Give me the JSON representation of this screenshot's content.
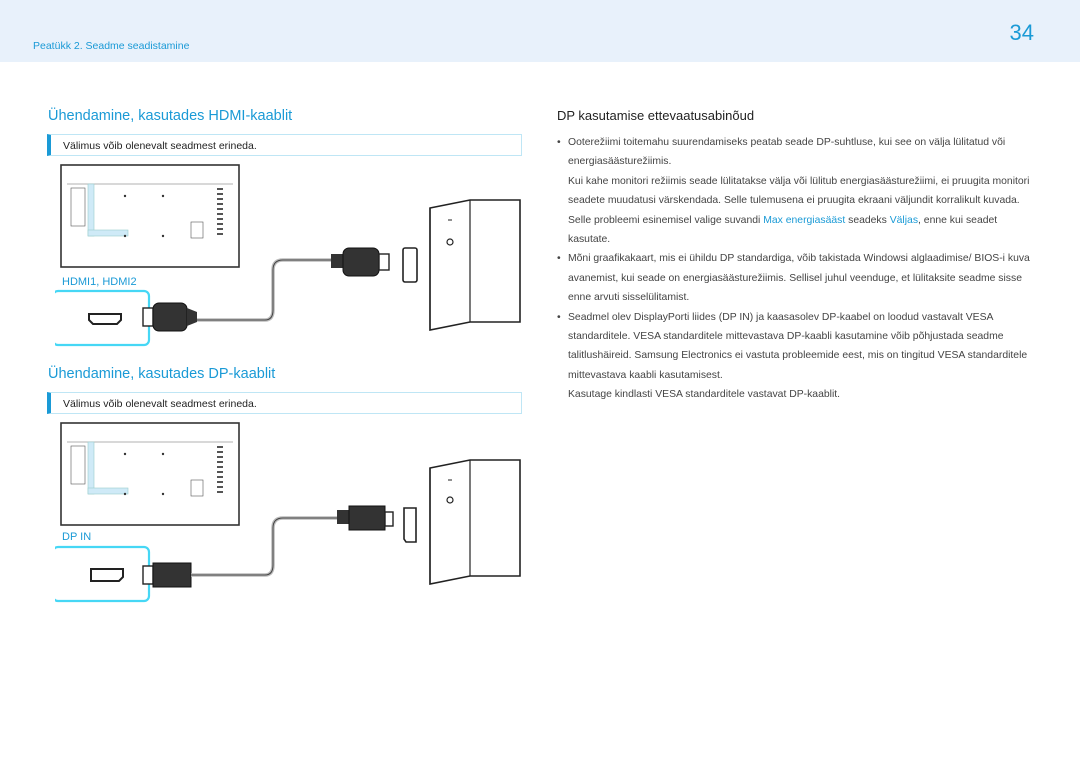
{
  "header": {
    "chapter": "Peatükk 2. Seadme seadistamine",
    "page_number": "34"
  },
  "hdmi_section": {
    "title": "Ühendamine, kasutades HDMI-kaablit",
    "note": "Välimus võib olenevalt seadmest erineda.",
    "port_label": "HDMI1, HDMI2"
  },
  "dp_section": {
    "title": "Ühendamine, kasutades DP-kaablit",
    "note": "Välimus võib olenevalt seadmest erineda.",
    "port_label": "DP IN"
  },
  "precautions": {
    "title": "DP kasutamise ettevaatusabinõud",
    "b1_text": "Ooterežiimi toitemahu suurendamiseks peatab seade DP-suhtluse, kui see on välja lülitatud või energiasäästurežiimis.",
    "b1_p2": "Kui kahe monitori režiimis seade lülitatakse välja või lülitub energiasäästurežiimi, ei pruugita monitori seadete muudatusi värskendada. Selle tulemusena ei pruugita ekraani väljundit korralikult kuvada.",
    "b1_p3_pre": "Selle probleemi esinemisel valige suvandi ",
    "b1_p3_hl1": "Max energiasääst",
    "b1_p3_mid": " seadeks ",
    "b1_p3_hl2": "Väljas",
    "b1_p3_post": ", enne kui seadet kasutate.",
    "b2_text": "Mõni graafikakaart, mis ei ühildu DP standardiga, võib takistada Windowsi algla­adimise/ BIOS-i kuva avanemist, kui seade on energiasäästurežiimis. Sellisel juhul veenduge, et lülitaksite seadme sisse enne arvuti sisselülitamist.",
    "b3_text": "Seadmel olev DisplayPorti liides (DP IN) ja kaasasolev DP-kaabel on loodud vastavalt VESA standarditele. VESA standarditele mittevastava DP-kaabli kasutamine võib põhjustada seadme talitlushäireid. Samsung Electronics ei vastuta probleemide eest, mis on tingitud VESA standarditele mittevastava kaabli kasutamisest.",
    "b3_p2": "Kasutage kindlasti VESA standarditele vastavat DP-kaablit."
  },
  "colors": {
    "accent": "#1a9ad6",
    "header_bg": "#e8f1fb",
    "highlight_box": "#46d7f5"
  }
}
